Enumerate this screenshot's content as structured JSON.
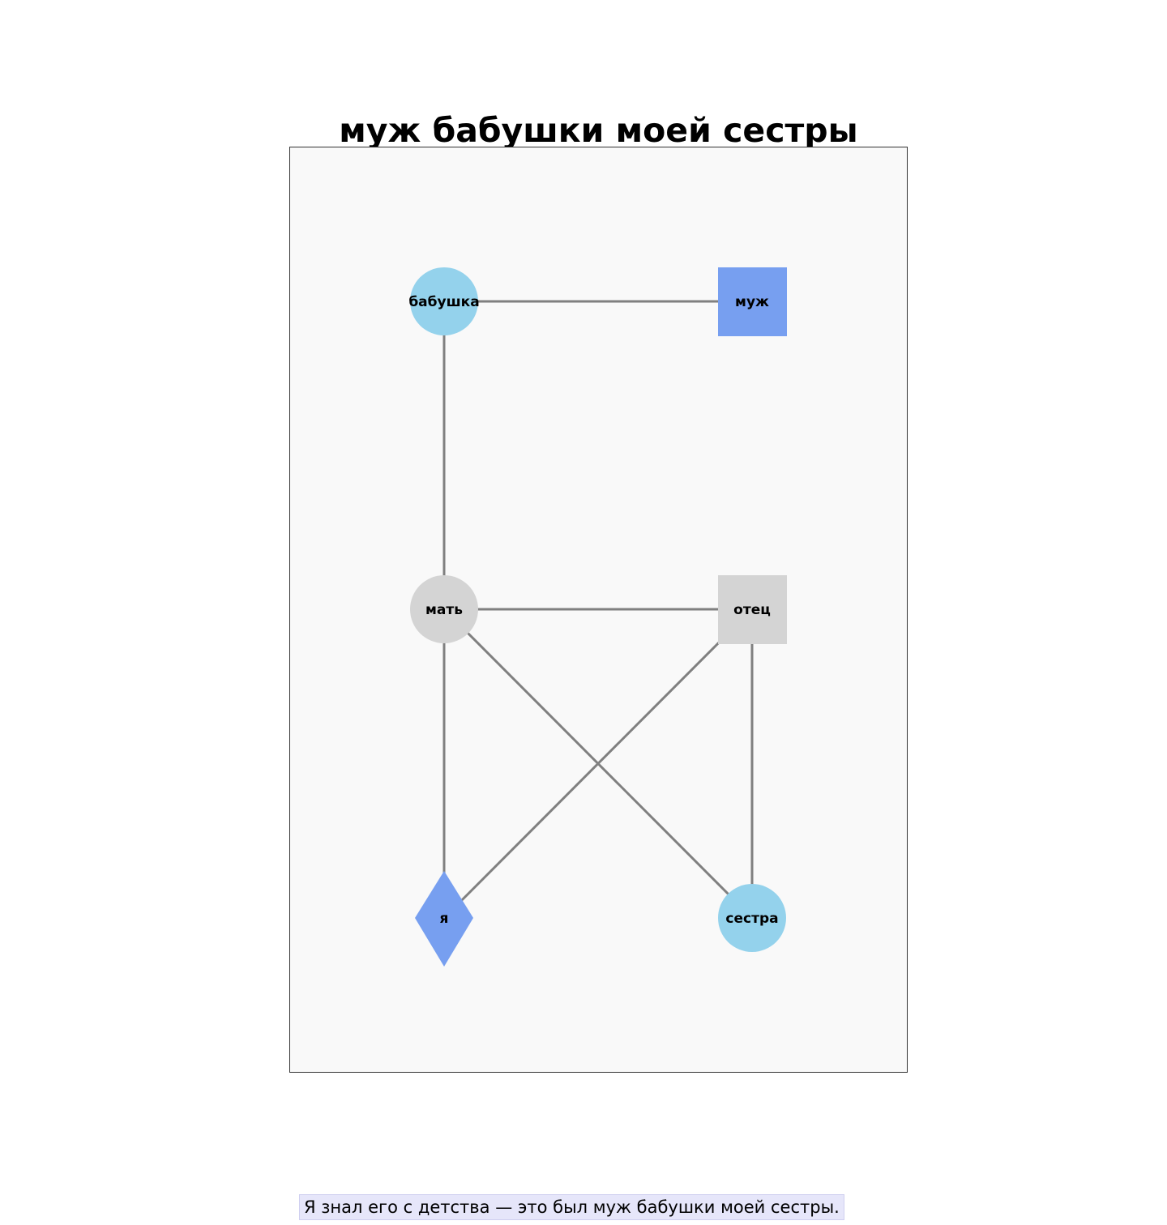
{
  "title": "муж бабушки моей сестры",
  "caption": "Я знал его с детства — это был муж бабушки моей сестры.",
  "colors": {
    "panel_bg": "#f9f9f9",
    "panel_border": "#333333",
    "edge": "#808080",
    "female_focus": "#94d2ec",
    "male_focus": "#779ff0",
    "neutral": "#d4d4d4",
    "caption_bg": "#e6e6fa"
  },
  "nodes": [
    {
      "id": "grandma",
      "label": "бабушка",
      "shape": "circle",
      "color": "#94d2ec"
    },
    {
      "id": "husband",
      "label": "муж",
      "shape": "square",
      "color": "#779ff0"
    },
    {
      "id": "mother",
      "label": "мать",
      "shape": "circle",
      "color": "#d4d4d4"
    },
    {
      "id": "father",
      "label": "отец",
      "shape": "square",
      "color": "#d4d4d4"
    },
    {
      "id": "me",
      "label": "я",
      "shape": "diamond",
      "color": "#779ff0"
    },
    {
      "id": "sister",
      "label": "сестра",
      "shape": "circle",
      "color": "#94d2ec"
    }
  ],
  "edges": [
    {
      "from": "grandma",
      "to": "husband"
    },
    {
      "from": "grandma",
      "to": "mother"
    },
    {
      "from": "mother",
      "to": "father"
    },
    {
      "from": "mother",
      "to": "me"
    },
    {
      "from": "mother",
      "to": "sister"
    },
    {
      "from": "father",
      "to": "me"
    },
    {
      "from": "father",
      "to": "sister"
    }
  ]
}
